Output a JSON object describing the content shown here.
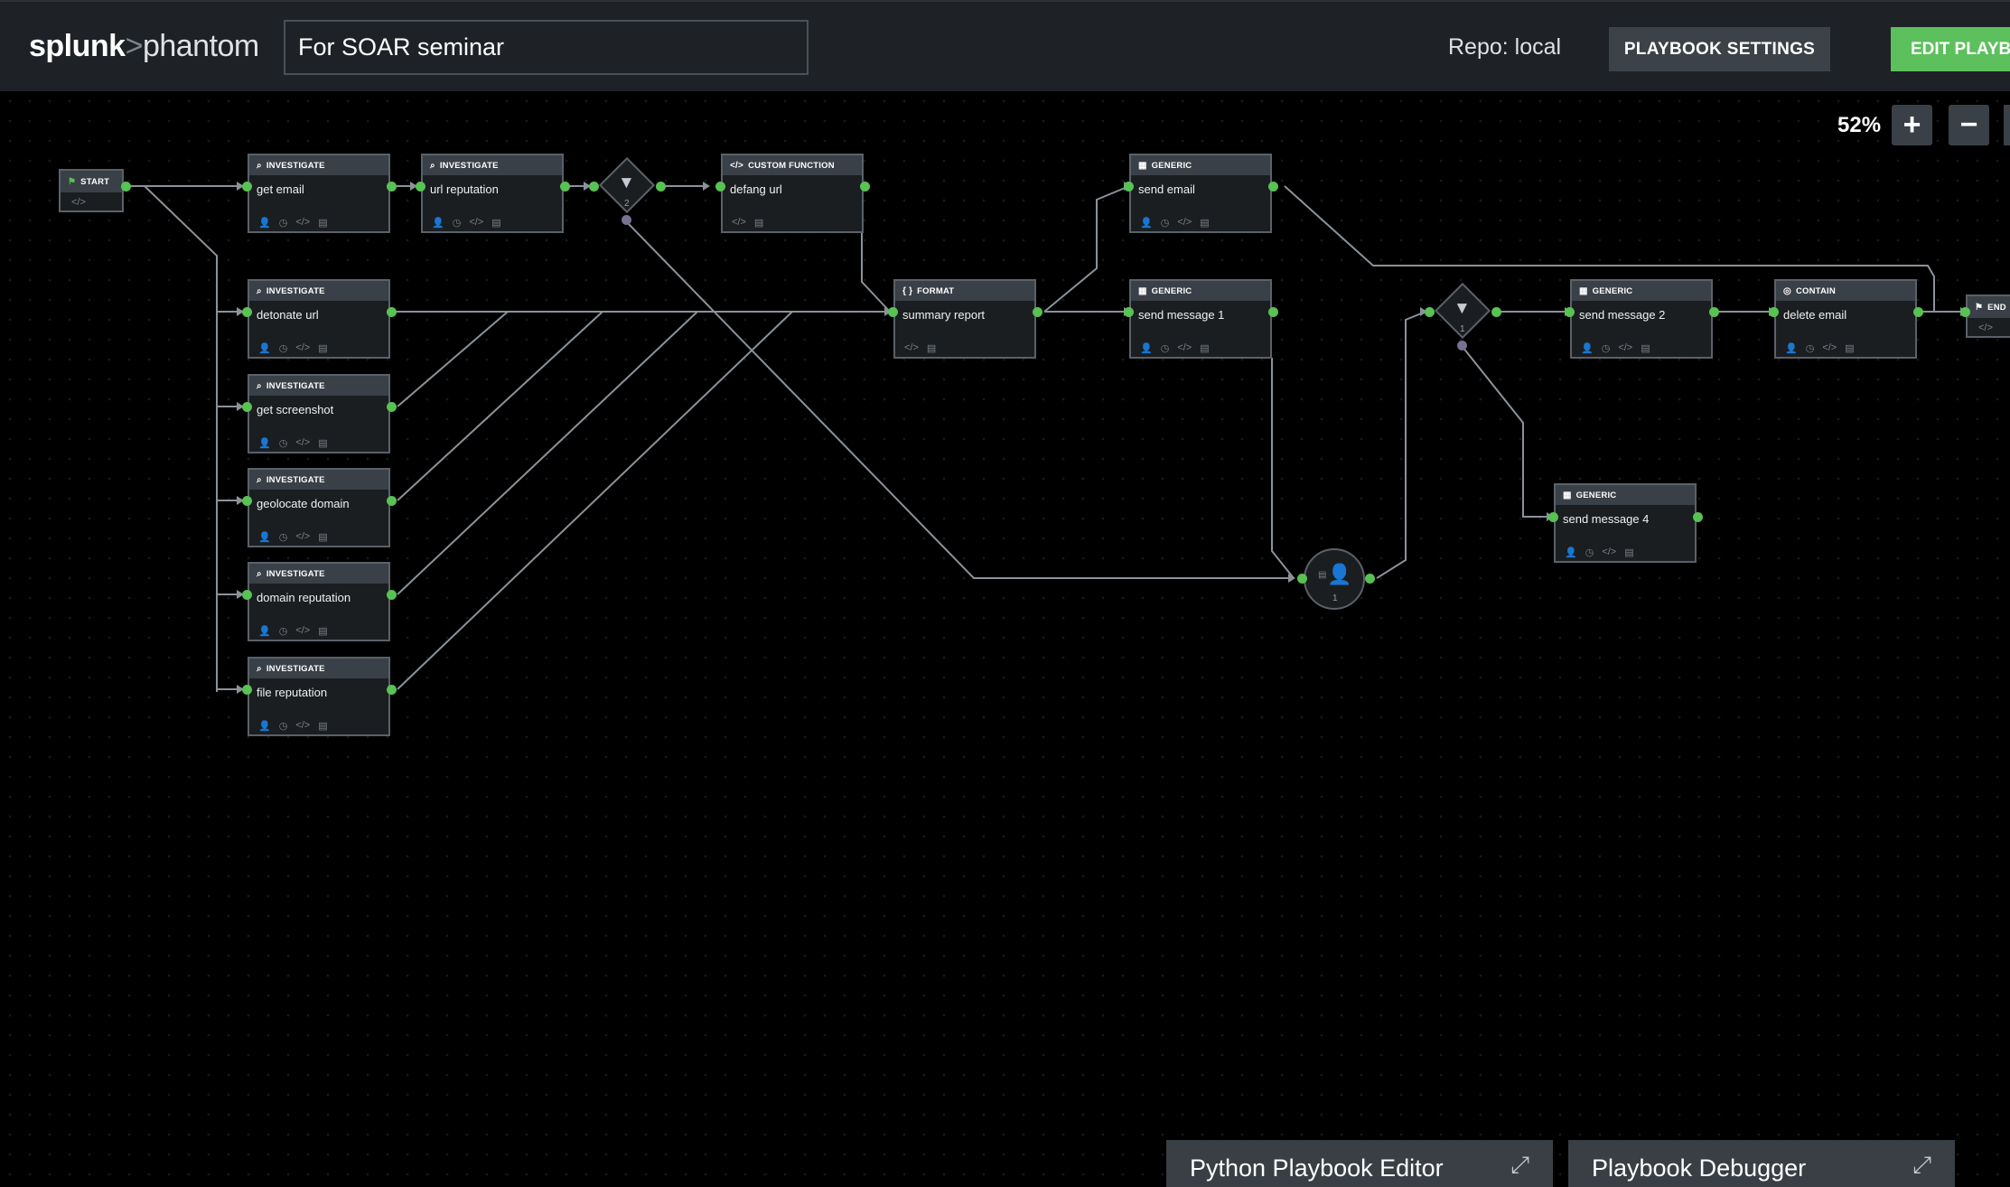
{
  "header": {
    "logo_brand": "splunk",
    "logo_sep": ">",
    "logo_product": "phantom",
    "playbook_name": "For SOAR seminar",
    "repo": "Repo: local",
    "settings_button": "PLAYBOOK SETTINGS",
    "edit_button": "EDIT PLAYBOOK"
  },
  "zoom": {
    "level": "52%",
    "zoom_in": "+",
    "zoom_out": "−"
  },
  "nodes": {
    "start": {
      "type": "START"
    },
    "get_email": {
      "type": "INVESTIGATE",
      "name": "get email"
    },
    "url_reputation": {
      "type": "INVESTIGATE",
      "name": "url reputation"
    },
    "defang_url": {
      "type": "CUSTOM FUNCTION",
      "name": "defang url"
    },
    "detonate_url": {
      "type": "INVESTIGATE",
      "name": "detonate url"
    },
    "get_screenshot": {
      "type": "INVESTIGATE",
      "name": "get screenshot"
    },
    "geolocate": {
      "type": "INVESTIGATE",
      "name": "geolocate domain"
    },
    "domain_rep": {
      "type": "INVESTIGATE",
      "name": "domain reputation"
    },
    "file_rep": {
      "type": "INVESTIGATE",
      "name": "file reputation"
    },
    "summary": {
      "type": "FORMAT",
      "name": "summary report"
    },
    "send_email": {
      "type": "GENERIC",
      "name": "send email"
    },
    "send_msg1": {
      "type": "GENERIC",
      "name": "send message 1"
    },
    "send_msg2": {
      "type": "GENERIC",
      "name": "send message 2"
    },
    "delete_email": {
      "type": "CONTAIN",
      "name": "delete email"
    },
    "send_msg4": {
      "type": "GENERIC",
      "name": "send message 4"
    },
    "end": {
      "type": "END"
    },
    "filter1": {
      "count": "2"
    },
    "filter2": {
      "count": "1"
    },
    "prompt1": {
      "count": "1"
    }
  },
  "icons": {
    "investigate": "search-icon",
    "custom_function": "code-icon",
    "format": "braces-icon",
    "generic": "grid-icon",
    "contain": "target-icon",
    "start": "flag-icon",
    "filter": "funnel-icon",
    "prompt": "user-check-icon"
  },
  "panels": {
    "python_editor": "Python Playbook Editor",
    "debugger": "Playbook Debugger"
  },
  "colors": {
    "accent": "#5cc05c",
    "port": "#58c253",
    "topbar": "#1e2226",
    "node_header": "#3a4047"
  }
}
